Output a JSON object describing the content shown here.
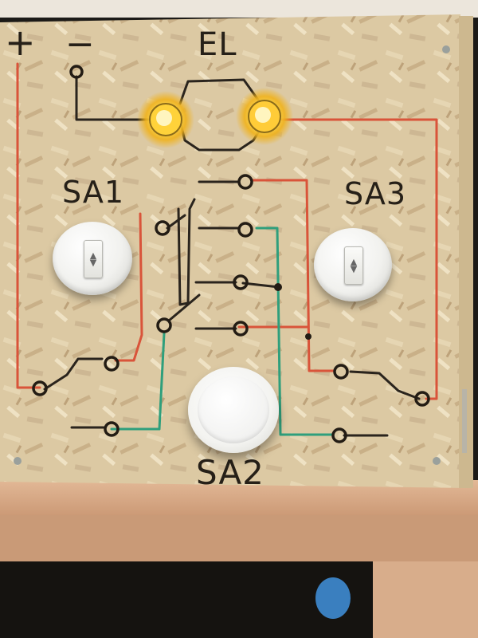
{
  "labels": {
    "lamp": "EL",
    "switch_1": "SA1",
    "switch_2": "SA2",
    "switch_3": "SA3",
    "plus": "+",
    "minus": "−"
  },
  "colors": {
    "board": "#dcc9a3",
    "shelf": "#d8a883",
    "wire_red": "#d9543a",
    "wire_green": "#2f9f7c",
    "wire_black": "#2a241d",
    "lamp_glow": "#ffd23a"
  }
}
